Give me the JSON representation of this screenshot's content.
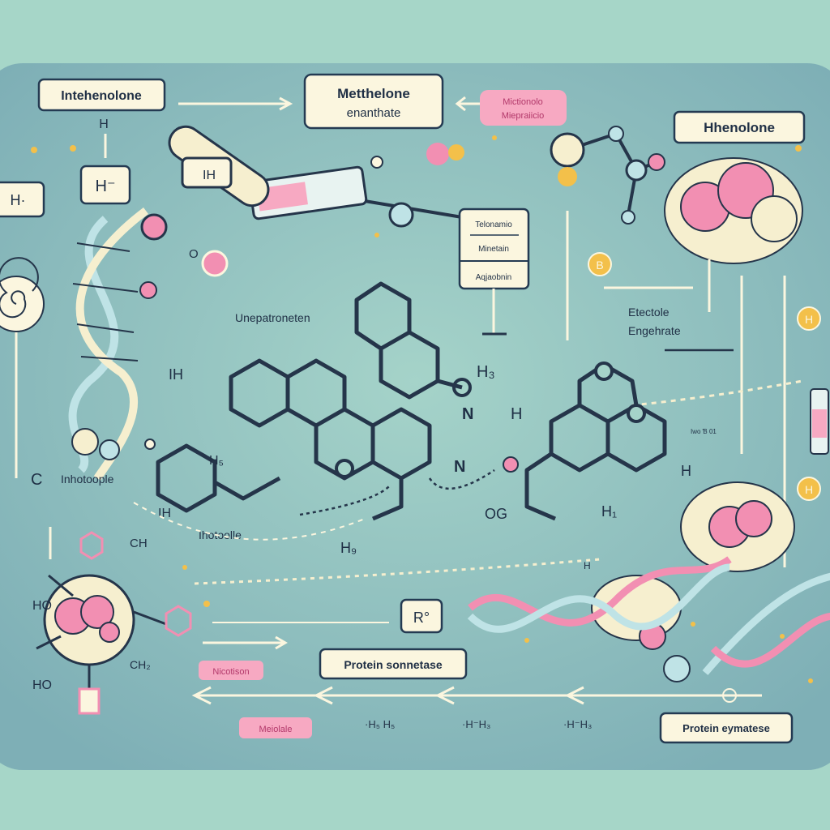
{
  "title_boxes": {
    "top_left": "Intehenolone",
    "top_center_line1": "Metthelone",
    "top_center_line2": "enanthate",
    "top_right": "Hhenolone",
    "pink_top_line1": "Mictionolo",
    "pink_top_line2": "Miepraiicio"
  },
  "side_panel": {
    "items": [
      "Telonamio",
      "Minetain",
      "Aqjaobnin"
    ]
  },
  "labels": {
    "h_box": "H⁻",
    "h_left": "H·",
    "h_small": "H",
    "ih": "IH",
    "center_title": "Unepatroneten",
    "right_title_line1": "Etectole",
    "right_title_line2": "Engehrate",
    "small_note": "Iwo Ɓ 01",
    "left_mol": "Inhotoople",
    "c_label": "C",
    "bottom_mol": "Ihotoolle",
    "h5_left": "H₅",
    "hh": "IH",
    "ih_lower": "IH",
    "h3": "H₃",
    "h9": "H₉",
    "n1": "N",
    "n2": "N",
    "h_n": "H",
    "h_right": "H",
    "og": "OG",
    "h1": "H₁",
    "h_mid": "H",
    "o_letter": "O",
    "ho1": "HO",
    "ho2": "HO",
    "ch": "CH",
    "ch2": "CH₂",
    "b_circle": "B",
    "h_circle1": "H",
    "h_circle2": "H"
  },
  "bottom": {
    "r_box": "R°",
    "protein_box_1": "Protein sonnetase",
    "protein_box_2": "Protein eymatese",
    "pink_1": "Nicotison",
    "pink_2": "Meiolale",
    "formula_1": "·H₅ H₅",
    "formula_2": "·H⁻H₃",
    "formula_3": "·H⁻H₃"
  },
  "colors": {
    "background": "#a6d6c8",
    "panel": "#8cc0bf",
    "navy": "#25354a",
    "cream": "#fbf6df",
    "pink": "#f28fb2",
    "gold": "#f3c04a",
    "light_blue": "#bfe3e6"
  }
}
